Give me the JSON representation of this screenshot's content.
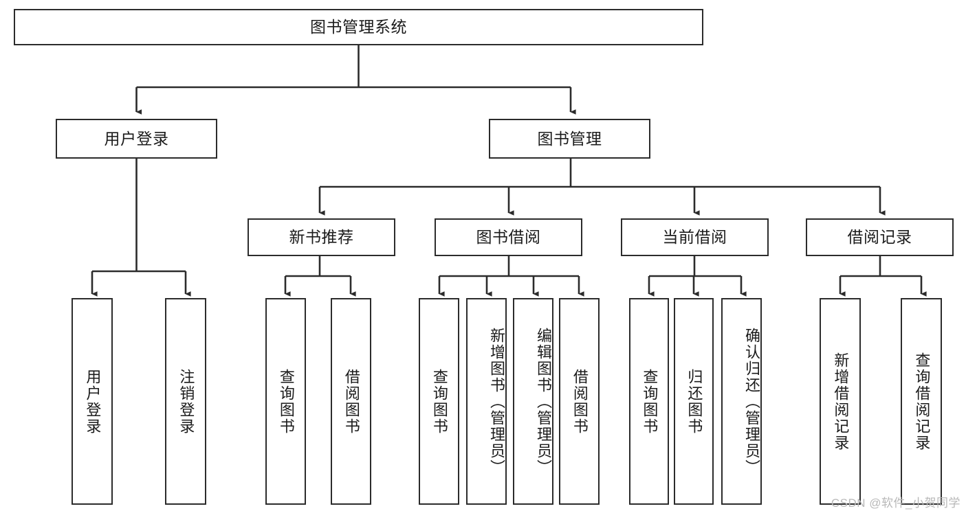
{
  "diagram": {
    "type": "tree",
    "title": "图书管理系统",
    "watermark": "CSDN @软件_小贺同学",
    "colors": {
      "box_border": "#2b2b2b",
      "box_fill": "#ffffff",
      "connector": "#2b2b2b",
      "watermark": "#b8b8b8",
      "page_background": "#ffffff"
    },
    "root": {
      "id": "root",
      "label": "图书管理系统",
      "orientation": "horizontal"
    },
    "level2": [
      {
        "id": "user-login",
        "label": "用户登录",
        "orientation": "horizontal"
      },
      {
        "id": "book-management",
        "label": "图书管理",
        "orientation": "horizontal"
      }
    ],
    "level3": [
      {
        "id": "new-book-recommend",
        "label": "新书推荐",
        "orientation": "horizontal",
        "parent": "book-management"
      },
      {
        "id": "book-borrow",
        "label": "图书借阅",
        "orientation": "horizontal",
        "parent": "book-management"
      },
      {
        "id": "current-borrow",
        "label": "当前借阅",
        "orientation": "horizontal",
        "parent": "book-management"
      },
      {
        "id": "borrow-record",
        "label": "借阅记录",
        "orientation": "horizontal",
        "parent": "book-management"
      }
    ],
    "leaves": [
      {
        "id": "leaf-user-login",
        "label": "用户登录",
        "orientation": "vertical",
        "parent": "user-login"
      },
      {
        "id": "leaf-user-logout",
        "label": "注销登录",
        "orientation": "vertical",
        "parent": "user-login"
      },
      {
        "id": "leaf-query-book-new",
        "label": "查询图书",
        "orientation": "vertical",
        "parent": "new-book-recommend"
      },
      {
        "id": "leaf-borrow-book-new",
        "label": "借阅图书",
        "orientation": "vertical",
        "parent": "new-book-recommend"
      },
      {
        "id": "leaf-query-book-borrow",
        "label": "查询图书",
        "orientation": "vertical",
        "parent": "book-borrow"
      },
      {
        "id": "leaf-add-book-admin",
        "label": "新增图书（管理员）",
        "orientation": "vertical",
        "parent": "book-borrow"
      },
      {
        "id": "leaf-edit-book-admin",
        "label": "编辑图书（管理员）",
        "orientation": "vertical",
        "parent": "book-borrow"
      },
      {
        "id": "leaf-borrow-book",
        "label": "借阅图书",
        "orientation": "vertical",
        "parent": "book-borrow"
      },
      {
        "id": "leaf-query-book-current",
        "label": "查询图书",
        "orientation": "vertical",
        "parent": "current-borrow"
      },
      {
        "id": "leaf-return-book",
        "label": "归还图书",
        "orientation": "vertical",
        "parent": "current-borrow"
      },
      {
        "id": "leaf-confirm-return-admin",
        "label": "确认归还（管理员）",
        "orientation": "vertical",
        "parent": "current-borrow"
      },
      {
        "id": "leaf-add-borrow-record",
        "label": "新增借阅记录",
        "orientation": "vertical",
        "parent": "borrow-record"
      },
      {
        "id": "leaf-query-borrow-record",
        "label": "查询借阅记录",
        "orientation": "vertical",
        "parent": "borrow-record"
      }
    ]
  }
}
